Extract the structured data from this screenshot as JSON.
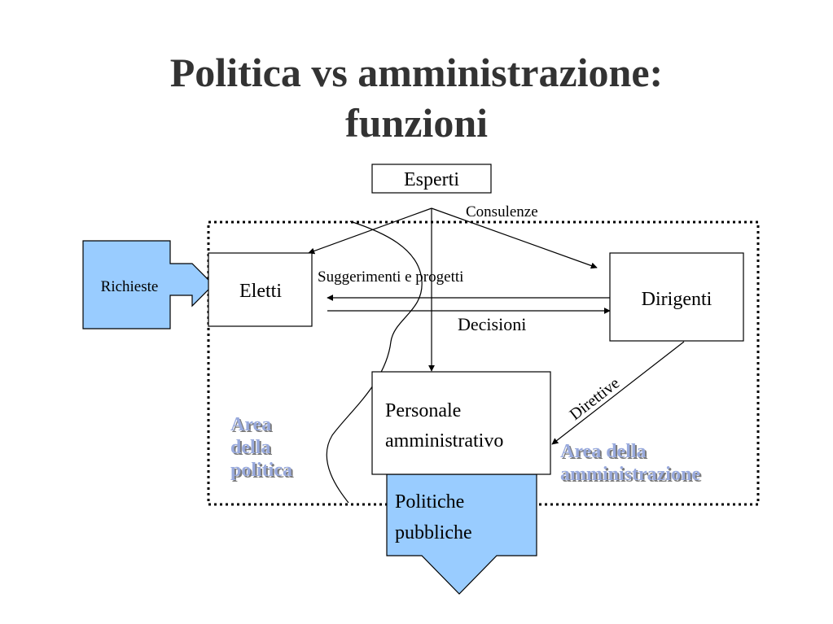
{
  "slide": {
    "title_line1": "Politica vs amministrazione:",
    "title_line2": "funzioni"
  },
  "nodes": {
    "esperti": "Esperti",
    "eletti": "Eletti",
    "dirigenti": "Dirigenti",
    "personale_line1": "Personale",
    "personale_line2": "amministrativo",
    "richieste": "Richieste",
    "politiche_line1": "Politiche",
    "politiche_line2": "pubbliche"
  },
  "edges": {
    "consulenze": "Consulenze",
    "suggerimenti": "Suggerimenti e progetti",
    "decisioni": "Decisioni",
    "direttive": "Direttive"
  },
  "areas": {
    "politica": [
      "Area",
      "della",
      "politica"
    ],
    "amministrazione": [
      "Area della",
      "amministrazione"
    ]
  },
  "colors": {
    "arrow_fill": "#99ccff",
    "area_text": "#99aadd",
    "title": "#333333"
  }
}
